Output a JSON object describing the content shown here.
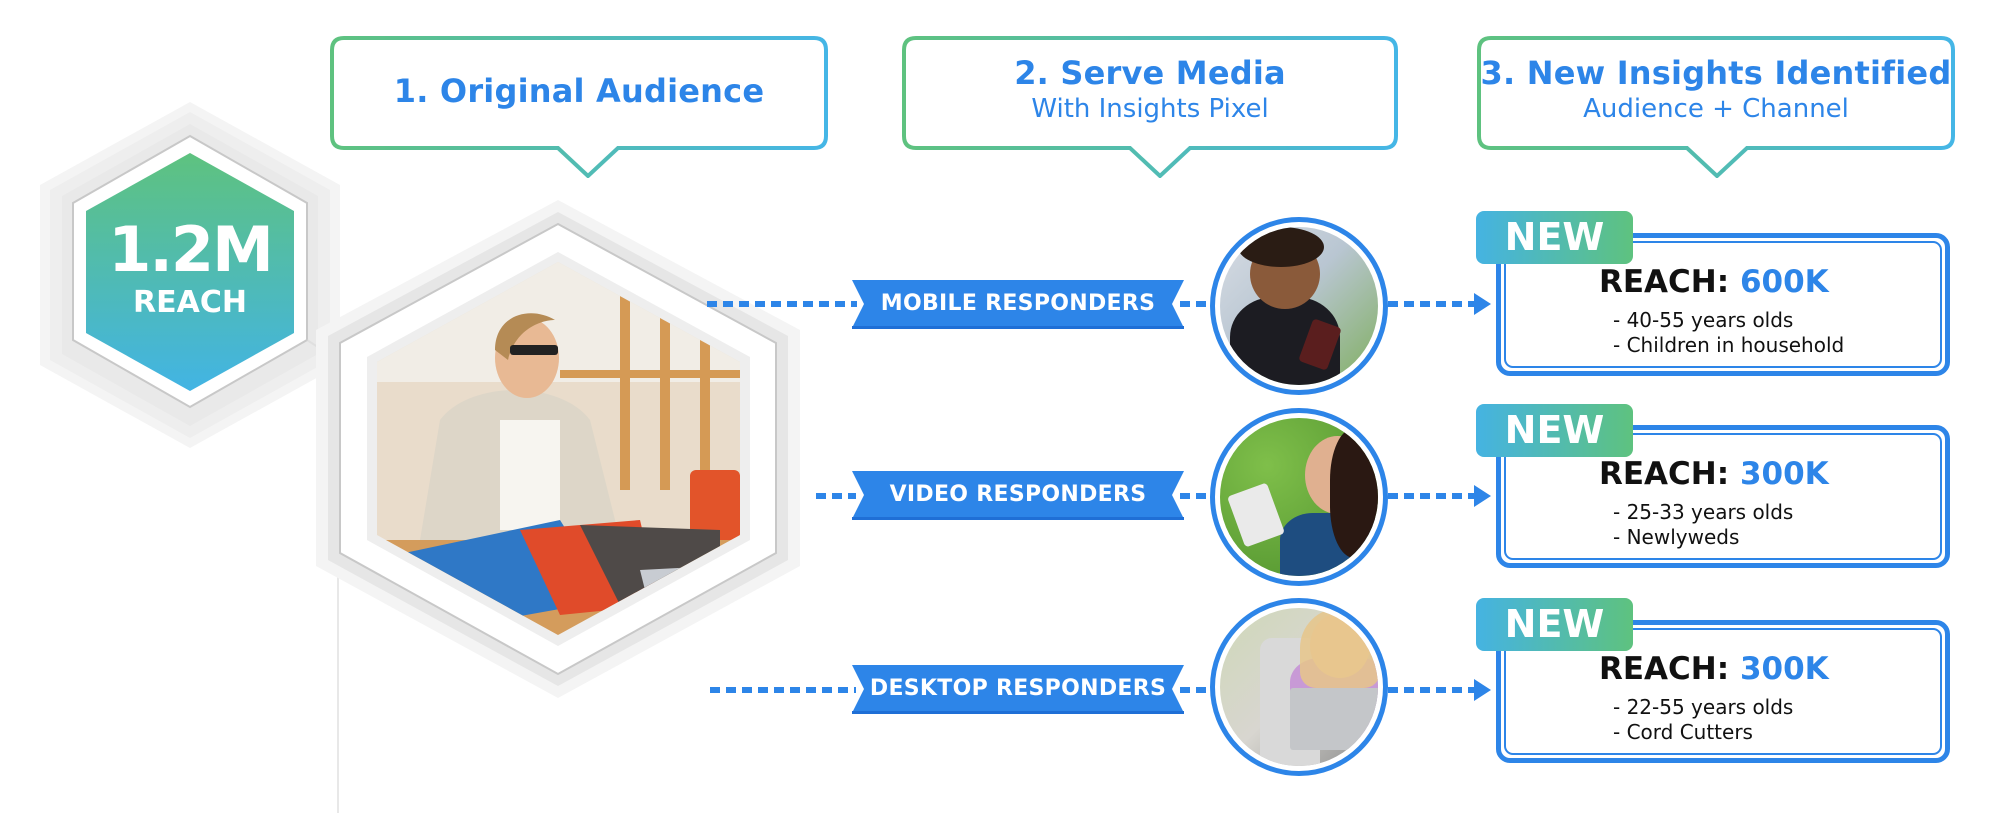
{
  "total_reach": {
    "value": "1.2M",
    "label": "REACH"
  },
  "steps": [
    {
      "title": "1. Original Audience",
      "subtitle": ""
    },
    {
      "title": "2. Serve Media",
      "subtitle": "With Insights Pixel"
    },
    {
      "title": "3. New Insights Identified",
      "subtitle": "Audience + Channel"
    }
  ],
  "original_audience_photo": {
    "icon": "woman-with-fabric-swatches-photo"
  },
  "channels": [
    {
      "label": "MOBILE RESPONDERS",
      "photo_icon": "woman-using-smartphone-photo",
      "badge": "NEW",
      "reach_label": "REACH:",
      "reach_value": "600K",
      "insights": [
        "- 40-55 years olds",
        "- Children in household"
      ]
    },
    {
      "label": "VIDEO RESPONDERS",
      "photo_icon": "woman-with-tablet-headphones-photo",
      "badge": "NEW",
      "reach_label": "REACH:",
      "reach_value": "300K",
      "insights": [
        "- 25-33 years olds",
        "- Newlyweds"
      ]
    },
    {
      "label": "DESKTOP RESPONDERS",
      "photo_icon": "woman-using-laptop-photo",
      "badge": "NEW",
      "reach_label": "REACH:",
      "reach_value": "300K",
      "insights": [
        "- 22-55 years olds",
        "- Cord Cutters"
      ]
    }
  ],
  "colors": {
    "primary_blue": "#2d85e8",
    "gradient_green": "#5ec27f",
    "gradient_blue": "#45b3e2",
    "text_dark": "#111111",
    "hex_grey": "#e6e6e6"
  }
}
